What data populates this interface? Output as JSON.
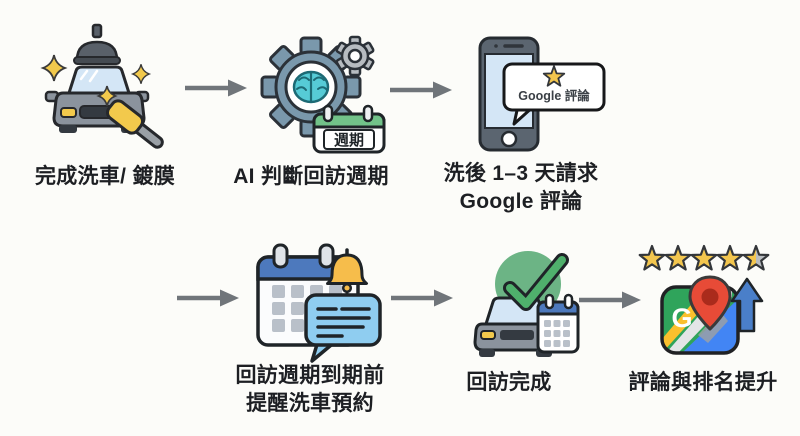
{
  "canvas": {
    "background": "#fcfcf9",
    "text_color": "#1d1f23",
    "arrow_color": "#70757a"
  },
  "colors": {
    "car_body_gray": "#8b939d",
    "windshield_blue": "#d4e6f6",
    "sparkle_yellow": "#f2c94c",
    "gear_blue_gray": "#7a98ac",
    "gear_small_gray": "#b7bcc1",
    "brain_teal": "#56cbd6",
    "calendar_green_header": "#72c289",
    "calendar_blue_header": "#4d79bd",
    "chat_bubble_blue": "#8fcdf0",
    "bell_yellow": "#f6bd4b",
    "check_green": "#4fb06c",
    "check_circle_green": "#6cb485",
    "star_gold": "#f3c64e",
    "star_empty_gray": "#b9bdc1",
    "maps_green": "#2fa45b",
    "maps_yellow": "#fbc02d",
    "maps_blue": "#4285f4",
    "pin_red": "#e74b37",
    "up_arrow_blue": "#4a7fc9",
    "outline_dark": "#1f2428"
  },
  "flow": {
    "steps": [
      {
        "icon": "car-wash-sparkle-icon",
        "lines": [
          "完成洗車/ 鍍膜"
        ]
      },
      {
        "icon": "ai-gear-brain-calendar-icon",
        "badge": "週期",
        "lines": [
          "AI 判斷回訪週期"
        ]
      },
      {
        "icon": "phone-review-bubble-icon",
        "bubble_text": "Google 評論",
        "lines": [
          "洗後 1–3 天請求",
          "Google 評論"
        ]
      },
      {
        "icon": "calendar-bell-chat-icon",
        "lines": [
          "回訪週期到期前",
          "提醒洗車預約"
        ]
      },
      {
        "icon": "car-check-calendar-icon",
        "lines": [
          "回訪完成"
        ]
      },
      {
        "icon": "maps-rating-up-icon",
        "maps_letter": "G",
        "rating_stars_filled": 4.5,
        "rating_stars_total": 5,
        "lines": [
          "評論與排名提升"
        ]
      }
    ]
  }
}
